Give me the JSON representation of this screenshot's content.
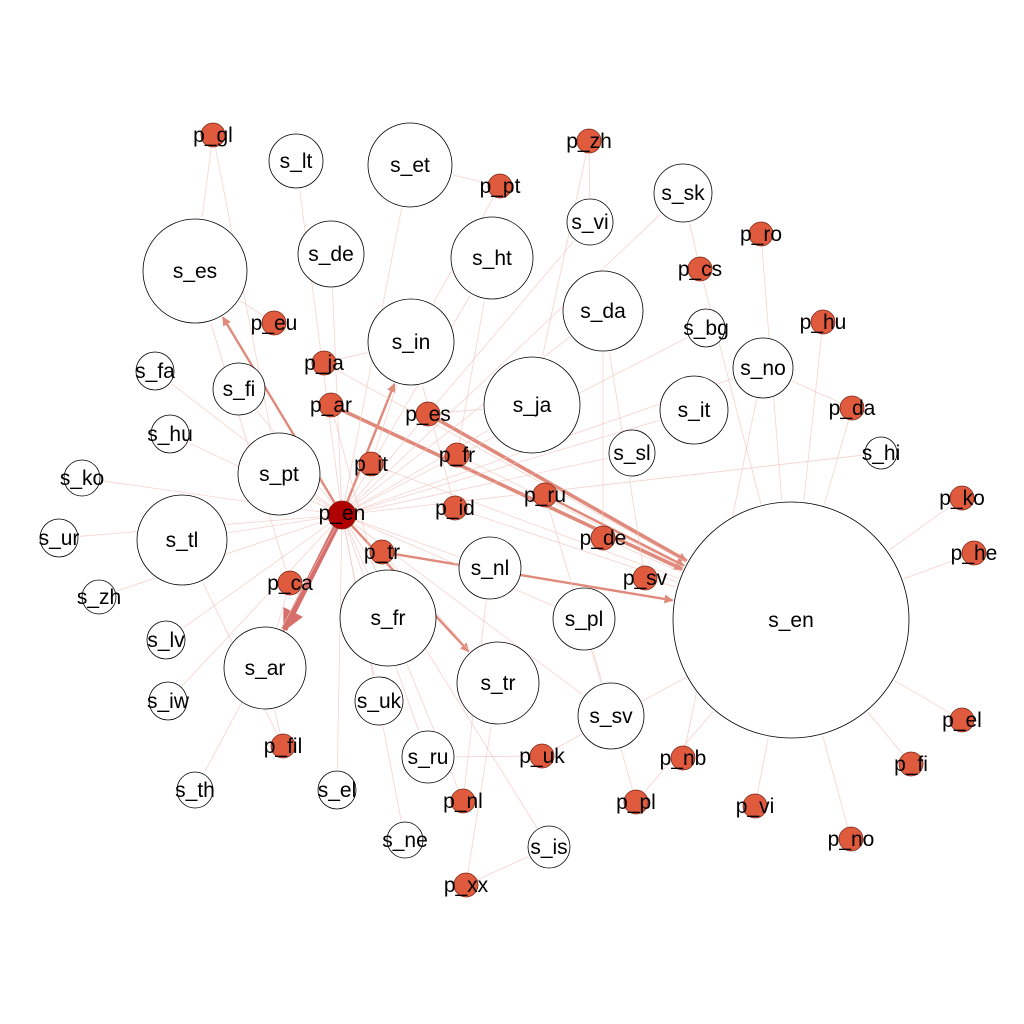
{
  "colors": {
    "s_node_fill": "#ffffff",
    "s_node_stroke": "#000000",
    "p_node_fill": "#e05a3e",
    "p_en_fill": "#b00000",
    "edge_faint": "#f2c4bc",
    "edge_strong": "#e08a7c",
    "edge_heavy": "#d66f6b"
  },
  "nodes": [
    {
      "id": "s_en",
      "type": "s",
      "size": 118
    },
    {
      "id": "s_es",
      "type": "s",
      "size": 52
    },
    {
      "id": "s_et",
      "type": "s",
      "size": 42
    },
    {
      "id": "s_ht",
      "type": "s",
      "size": 41
    },
    {
      "id": "s_ja",
      "type": "s",
      "size": 48
    },
    {
      "id": "s_in",
      "type": "s",
      "size": 43
    },
    {
      "id": "s_da",
      "type": "s",
      "size": 40
    },
    {
      "id": "s_tl",
      "type": "s",
      "size": 45
    },
    {
      "id": "s_pt",
      "type": "s",
      "size": 41
    },
    {
      "id": "s_fr",
      "type": "s",
      "size": 48
    },
    {
      "id": "s_ar",
      "type": "s",
      "size": 41
    },
    {
      "id": "s_tr",
      "type": "s",
      "size": 41
    },
    {
      "id": "s_de",
      "type": "s",
      "size": 33
    },
    {
      "id": "s_nl",
      "type": "s",
      "size": 31
    },
    {
      "id": "s_sv",
      "type": "s",
      "size": 33
    },
    {
      "id": "s_it",
      "type": "s",
      "size": 34
    },
    {
      "id": "s_pl",
      "type": "s",
      "size": 31
    },
    {
      "id": "s_no",
      "type": "s",
      "size": 30
    },
    {
      "id": "s_sk",
      "type": "s",
      "size": 29
    },
    {
      "id": "s_lt",
      "type": "s",
      "size": 27
    },
    {
      "id": "s_fi",
      "type": "s",
      "size": 26
    },
    {
      "id": "s_ru",
      "type": "s",
      "size": 26
    },
    {
      "id": "s_uk",
      "type": "s",
      "size": 24
    },
    {
      "id": "s_sl",
      "type": "s",
      "size": 23
    },
    {
      "id": "s_vi",
      "type": "s",
      "size": 23
    },
    {
      "id": "s_is",
      "type": "s",
      "size": 21
    },
    {
      "id": "s_el",
      "type": "s",
      "size": 19
    },
    {
      "id": "s_bg",
      "type": "s",
      "size": 19
    },
    {
      "id": "s_fa",
      "type": "s",
      "size": 19
    },
    {
      "id": "s_hu",
      "type": "s",
      "size": 19
    },
    {
      "id": "s_lv",
      "type": "s",
      "size": 19
    },
    {
      "id": "s_iw",
      "type": "s",
      "size": 19
    },
    {
      "id": "s_th",
      "type": "s",
      "size": 18
    },
    {
      "id": "s_ne",
      "type": "s",
      "size": 18
    },
    {
      "id": "s_ko",
      "type": "s",
      "size": 18
    },
    {
      "id": "s_ur",
      "type": "s",
      "size": 19
    },
    {
      "id": "s_zh",
      "type": "s",
      "size": 17
    },
    {
      "id": "s_hi",
      "type": "s",
      "size": 16
    },
    {
      "id": "p_en",
      "type": "p",
      "size": 14
    },
    {
      "id": "p_gl",
      "type": "p",
      "size": 12
    },
    {
      "id": "p_zh",
      "type": "p",
      "size": 12
    },
    {
      "id": "p_pt",
      "type": "p",
      "size": 12
    },
    {
      "id": "p_ro",
      "type": "p",
      "size": 12
    },
    {
      "id": "p_cs",
      "type": "p",
      "size": 12
    },
    {
      "id": "p_hu",
      "type": "p",
      "size": 12
    },
    {
      "id": "p_eu",
      "type": "p",
      "size": 12
    },
    {
      "id": "p_ja",
      "type": "p",
      "size": 12
    },
    {
      "id": "p_ar",
      "type": "p",
      "size": 12
    },
    {
      "id": "p_es",
      "type": "p",
      "size": 12
    },
    {
      "id": "p_da",
      "type": "p",
      "size": 12
    },
    {
      "id": "p_it",
      "type": "p",
      "size": 12
    },
    {
      "id": "p_fr",
      "type": "p",
      "size": 12
    },
    {
      "id": "p_ru",
      "type": "p",
      "size": 12
    },
    {
      "id": "p_ko",
      "type": "p",
      "size": 12
    },
    {
      "id": "p_id",
      "type": "p",
      "size": 12
    },
    {
      "id": "p_de",
      "type": "p",
      "size": 12
    },
    {
      "id": "p_he",
      "type": "p",
      "size": 12
    },
    {
      "id": "p_tr",
      "type": "p",
      "size": 12
    },
    {
      "id": "p_sv",
      "type": "p",
      "size": 12
    },
    {
      "id": "p_ca",
      "type": "p",
      "size": 12
    },
    {
      "id": "p_el",
      "type": "p",
      "size": 12
    },
    {
      "id": "p_fil",
      "type": "p",
      "size": 12
    },
    {
      "id": "p_uk",
      "type": "p",
      "size": 12
    },
    {
      "id": "p_nb",
      "type": "p",
      "size": 12
    },
    {
      "id": "p_fi",
      "type": "p",
      "size": 12
    },
    {
      "id": "p_nl",
      "type": "p",
      "size": 12
    },
    {
      "id": "p_pl",
      "type": "p",
      "size": 12
    },
    {
      "id": "p_vi",
      "type": "p",
      "size": 12
    },
    {
      "id": "p_no",
      "type": "p",
      "size": 12
    },
    {
      "id": "p_xx",
      "type": "p",
      "size": 12
    }
  ],
  "edges": [
    {
      "source": "p_en",
      "target": "s_ar",
      "weight": 8
    },
    {
      "source": "p_en",
      "target": "s_es",
      "weight": 2
    },
    {
      "source": "p_en",
      "target": "s_in",
      "weight": 2
    },
    {
      "source": "p_en",
      "target": "s_tr",
      "weight": 2
    },
    {
      "source": "p_ar",
      "target": "s_en",
      "weight": 3
    },
    {
      "source": "p_es",
      "target": "s_en",
      "weight": 3
    },
    {
      "source": "p_tr",
      "target": "s_en",
      "weight": 2
    },
    {
      "source": "p_ru",
      "target": "s_en",
      "weight": 2
    },
    {
      "source": "p_it",
      "target": "s_in",
      "weight": 1
    },
    {
      "source": "p_en",
      "target": "s_fr",
      "weight": 1
    },
    {
      "source": "p_en",
      "target": "s_pt",
      "weight": 1
    },
    {
      "source": "p_en",
      "target": "s_tl",
      "weight": 1
    },
    {
      "source": "p_en",
      "target": "s_de",
      "weight": 1
    },
    {
      "source": "p_en",
      "target": "s_et",
      "weight": 1
    },
    {
      "source": "p_en",
      "target": "s_ht",
      "weight": 1
    },
    {
      "source": "p_en",
      "target": "s_ja",
      "weight": 1
    },
    {
      "source": "p_en",
      "target": "s_da",
      "weight": 1
    },
    {
      "source": "p_en",
      "target": "s_nl",
      "weight": 1
    },
    {
      "source": "p_en",
      "target": "s_it",
      "weight": 1
    },
    {
      "source": "p_en",
      "target": "s_sv",
      "weight": 1
    },
    {
      "source": "p_en",
      "target": "s_pl",
      "weight": 1
    },
    {
      "source": "p_en",
      "target": "s_fi",
      "weight": 1
    },
    {
      "source": "p_en",
      "target": "s_ru",
      "weight": 1
    },
    {
      "source": "p_en",
      "target": "s_uk",
      "weight": 1
    },
    {
      "source": "p_en",
      "target": "s_lt",
      "weight": 1
    },
    {
      "source": "p_en",
      "target": "s_sk",
      "weight": 1
    },
    {
      "source": "p_en",
      "target": "s_hu",
      "weight": 1
    },
    {
      "source": "p_en",
      "target": "s_fa",
      "weight": 1
    },
    {
      "source": "p_en",
      "target": "s_ko",
      "weight": 1
    },
    {
      "source": "p_en",
      "target": "s_ur",
      "weight": 1
    },
    {
      "source": "p_en",
      "target": "s_zh",
      "weight": 1
    },
    {
      "source": "p_en",
      "target": "s_lv",
      "weight": 1
    },
    {
      "source": "p_en",
      "target": "s_iw",
      "weight": 1
    },
    {
      "source": "p_en",
      "target": "s_th",
      "weight": 1
    },
    {
      "source": "p_en",
      "target": "s_el",
      "weight": 1
    },
    {
      "source": "p_en",
      "target": "s_ne",
      "weight": 1
    },
    {
      "source": "p_en",
      "target": "s_is",
      "weight": 1
    },
    {
      "source": "p_en",
      "target": "s_sl",
      "weight": 1
    },
    {
      "source": "p_en",
      "target": "s_vi",
      "weight": 1
    },
    {
      "source": "p_en",
      "target": "s_bg",
      "weight": 1
    },
    {
      "source": "p_en",
      "target": "s_no",
      "weight": 1
    },
    {
      "source": "p_en",
      "target": "s_hi",
      "weight": 1
    },
    {
      "source": "p_gl",
      "target": "s_es",
      "weight": 1
    },
    {
      "source": "p_gl",
      "target": "s_pt",
      "weight": 1
    },
    {
      "source": "p_zh",
      "target": "s_vi",
      "weight": 1
    },
    {
      "source": "p_zh",
      "target": "s_ja",
      "weight": 1
    },
    {
      "source": "p_pt",
      "target": "s_in",
      "weight": 1
    },
    {
      "source": "p_pt",
      "target": "s_et",
      "weight": 1
    },
    {
      "source": "p_ro",
      "target": "s_en",
      "weight": 1
    },
    {
      "source": "p_cs",
      "target": "s_sk",
      "weight": 1
    },
    {
      "source": "p_cs",
      "target": "s_en",
      "weight": 1
    },
    {
      "source": "p_hu",
      "target": "s_en",
      "weight": 1
    },
    {
      "source": "p_eu",
      "target": "s_es",
      "weight": 1
    },
    {
      "source": "p_ja",
      "target": "s_in",
      "weight": 1
    },
    {
      "source": "p_ja",
      "target": "s_en",
      "weight": 1
    },
    {
      "source": "p_da",
      "target": "s_en",
      "weight": 1
    },
    {
      "source": "p_da",
      "target": "s_no",
      "weight": 1
    },
    {
      "source": "p_fr",
      "target": "s_en",
      "weight": 1
    },
    {
      "source": "p_fr",
      "target": "s_ht",
      "weight": 1
    },
    {
      "source": "p_ko",
      "target": "s_en",
      "weight": 1
    },
    {
      "source": "p_id",
      "target": "s_in",
      "weight": 1
    },
    {
      "source": "p_id",
      "target": "s_en",
      "weight": 1
    },
    {
      "source": "p_de",
      "target": "s_en",
      "weight": 1
    },
    {
      "source": "p_de",
      "target": "s_da",
      "weight": 1
    },
    {
      "source": "p_he",
      "target": "s_en",
      "weight": 1
    },
    {
      "source": "p_sv",
      "target": "s_en",
      "weight": 1
    },
    {
      "source": "p_sv",
      "target": "s_da",
      "weight": 1
    },
    {
      "source": "p_ca",
      "target": "s_es",
      "weight": 1
    },
    {
      "source": "p_ca",
      "target": "s_ar",
      "weight": 1
    },
    {
      "source": "p_el",
      "target": "s_en",
      "weight": 1
    },
    {
      "source": "p_fil",
      "target": "s_tl",
      "weight": 1
    },
    {
      "source": "p_fil",
      "target": "s_ar",
      "weight": 1
    },
    {
      "source": "p_uk",
      "target": "s_ru",
      "weight": 1
    },
    {
      "source": "p_uk",
      "target": "s_en",
      "weight": 1
    },
    {
      "source": "p_nb",
      "target": "s_no",
      "weight": 1
    },
    {
      "source": "p_fi",
      "target": "s_en",
      "weight": 1
    },
    {
      "source": "p_nl",
      "target": "s_fr",
      "weight": 1
    },
    {
      "source": "p_nl",
      "target": "s_nl",
      "weight": 1
    },
    {
      "source": "p_pl",
      "target": "s_pl",
      "weight": 1
    },
    {
      "source": "p_pl",
      "target": "s_en",
      "weight": 1
    },
    {
      "source": "p_vi",
      "target": "s_en",
      "weight": 1
    },
    {
      "source": "p_no",
      "target": "s_en",
      "weight": 1
    },
    {
      "source": "p_xx",
      "target": "s_tr",
      "weight": 1
    },
    {
      "source": "p_xx",
      "target": "s_is",
      "weight": 1
    },
    {
      "source": "p_ar",
      "target": "s_fr",
      "weight": 1
    },
    {
      "source": "p_es",
      "target": "s_ja",
      "weight": 1
    },
    {
      "source": "p_it",
      "target": "s_en",
      "weight": 1
    },
    {
      "source": "p_tr",
      "target": "s_tr",
      "weight": 1
    },
    {
      "source": "p_ru",
      "target": "s_sv",
      "weight": 1
    }
  ]
}
